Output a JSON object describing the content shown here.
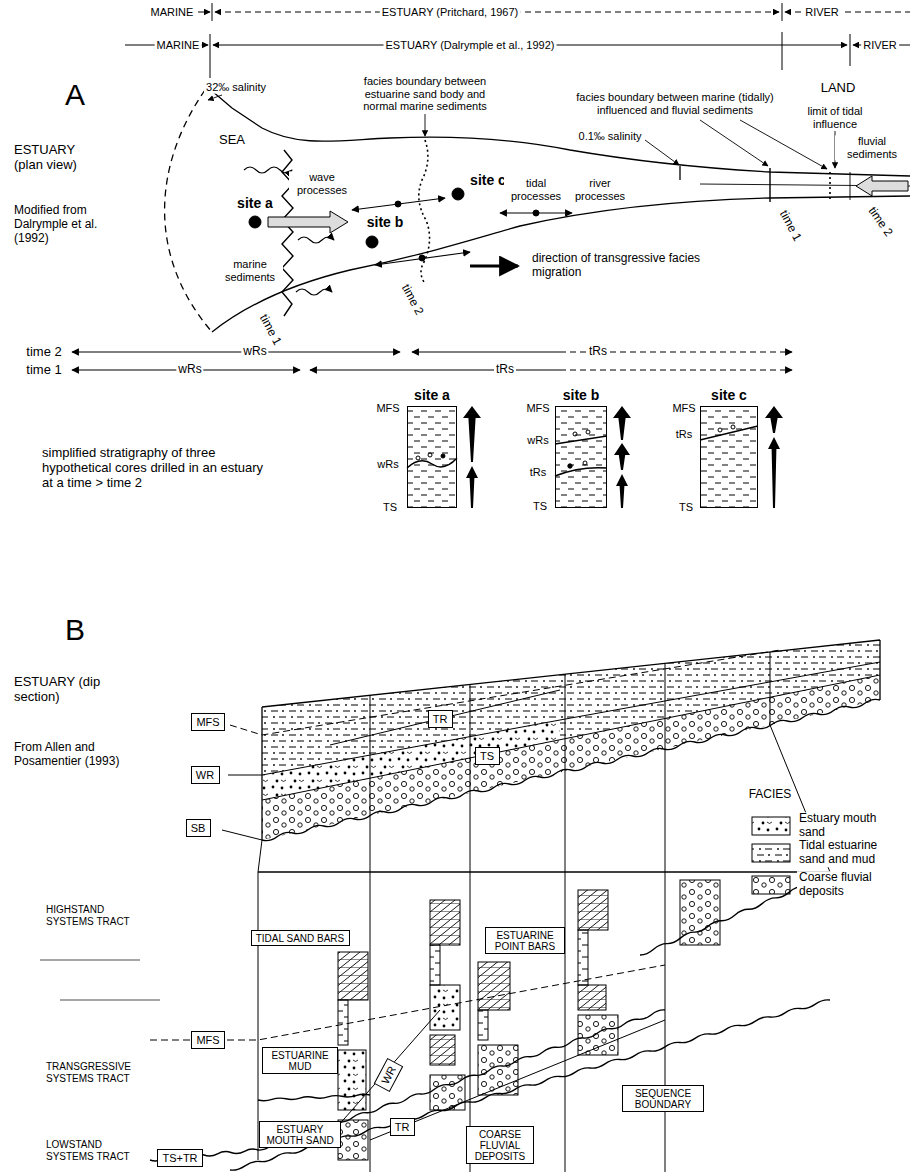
{
  "diagram": {
    "nodes": [
      {
        "text": [
          "site a"
        ]
      },
      {
        "text": [
          "site b"
        ]
      },
      {
        "text": [
          "site c"
        ]
      },
      {
        "text": [
          "MFS"
        ]
      },
      {
        "text": [
          "TR"
        ]
      },
      {
        "text": [
          "WR"
        ]
      },
      {
        "text": [
          "TS"
        ]
      },
      {
        "text": [
          "SB"
        ]
      },
      {
        "text": [
          "TIDAL SAND BARS"
        ]
      },
      {
        "text": [
          "ESTUARINE POINT BARS"
        ]
      },
      {
        "text": [
          "ESTUARINE MUD"
        ]
      },
      {
        "text": [
          "MFS"
        ]
      },
      {
        "text": [
          "WR"
        ]
      },
      {
        "text": [
          "TR"
        ]
      },
      {
        "text": [
          "ESTUARY MOUTH SAND"
        ]
      },
      {
        "text": [
          "TS+TR"
        ]
      },
      {
        "text": [
          "SEQUENCE BOUNDARY"
        ]
      },
      {
        "text": [
          "COARSE FLUVIAL DEPOSITS"
        ]
      }
    ],
    "labels": [
      "MARINE",
      "ESTUARY (Pritchard, 1967)",
      "RIVER",
      "MARINE",
      "ESTUARY (Dalrymple et al., 1992)",
      "RIVER",
      "A",
      "ESTUARY (plan view)",
      "Modified from Dalrymple et al. (1992)",
      "LAND",
      "SEA",
      "32‰ salinity",
      "facies boundary between estuarine sand body and normal marine sediments",
      "facies boundary between marine (tidally) influenced and fluvial sediments",
      "limit of tidal influence",
      "fluvial sediments",
      "wave processes",
      "site a",
      "site b",
      "site c",
      "marine sediments",
      "tidal processes",
      "river processes",
      "0.1‰ salinity",
      "time 1",
      "time 2",
      "time 1",
      "time 2",
      "direction of transgressive facies migration",
      "time 2",
      "time 1",
      "wRs",
      "tRs",
      "wRs",
      "tRs",
      "simplified stratigraphy of three hypothetical cores drilled in an estuary at a time > time 2",
      "MFS",
      "wRs",
      "TS",
      "MFS",
      "wRs",
      "tRs",
      "TS",
      "MFS",
      "tRs",
      "TS",
      "B",
      "ESTUARY (dip section)",
      "From Allen and Posamentier (1993)",
      "FACIES",
      "HIGHSTAND SYSTEMS TRACT",
      "TRANSGRESSIVE SYSTEMS TRACT",
      "LOWSTAND SYSTEMS TRACT"
    ],
    "legend": [
      {
        "text": "Estuary mouth sand"
      },
      {
        "text": "Tidal estuarine sand and mud"
      },
      {
        "text": "Coarse fluvial deposits"
      }
    ]
  }
}
